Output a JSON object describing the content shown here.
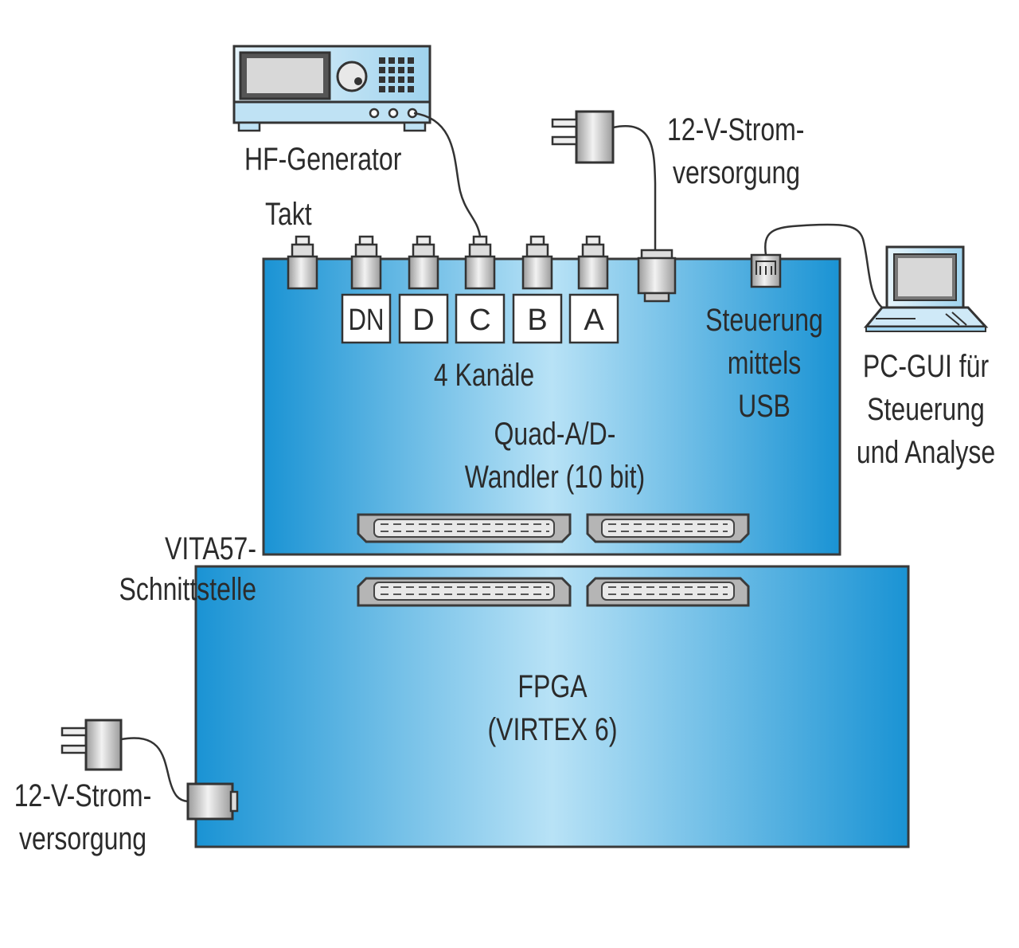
{
  "labels": {
    "hf_generator": "HF-Generator",
    "takt": "Takt",
    "power_top_line1": "12-V-Strom-",
    "power_top_line2": "versorgung",
    "channel_dn": "DN",
    "channel_d": "D",
    "channel_c": "C",
    "channel_b": "B",
    "channel_a": "A",
    "channels_count": "4 Kanäle",
    "usb_line1": "Steuerung",
    "usb_line2": "mittels",
    "usb_line3": "USB",
    "pc_line1": "PC-GUI für",
    "pc_line2": "Steuerung",
    "pc_line3": "und Analyse",
    "adc_line1": "Quad-A/D-",
    "adc_line2": "Wandler (10 bit)",
    "vita_line1": "VITA57-",
    "vita_line2": "Schnittstelle",
    "fpga_line1": "FPGA",
    "fpga_line2": "(VIRTEX 6)",
    "power_bottom_line1": "12-V-Strom-",
    "power_bottom_line2": "versorgung"
  },
  "colors": {
    "board_light": "#b8e2f6",
    "board_dark": "#1a93d4",
    "device_light": "#cfe9f7",
    "connector_gray": "#bdbdbd",
    "plug_gray": "#d9d9d9"
  }
}
